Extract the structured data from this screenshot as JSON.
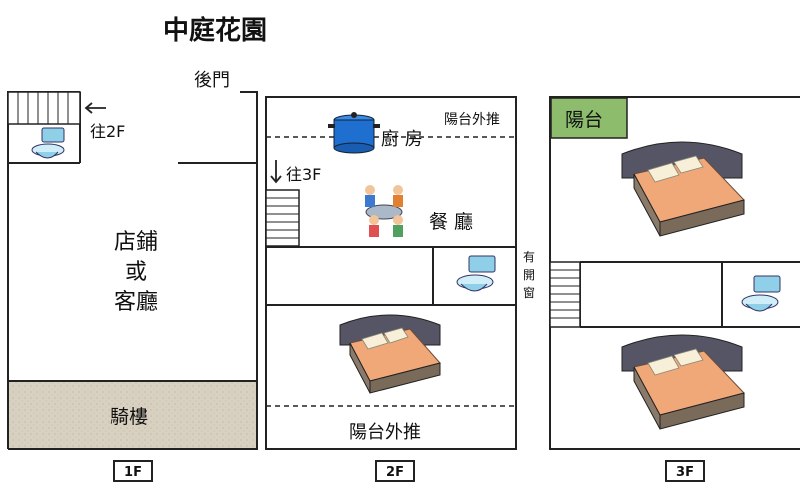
{
  "title": "中庭花園",
  "back_door": "後門",
  "colors": {
    "wall": "#222222",
    "arcade": "#d8d0c0",
    "balcony_fill": "#8cbc6c",
    "bed_frame": "#555566",
    "bed_blanket": "#f0a878",
    "pot": "#1f6fd0",
    "toilet": "#8fd0e8"
  },
  "floor1": {
    "label": "1F",
    "to_2f": "往2F",
    "main_room": [
      "店鋪",
      "或",
      "客廳"
    ],
    "arcade": "騎樓"
  },
  "floor2": {
    "label": "2F",
    "balcony_top": "陽台外推",
    "kitchen": "廚 房",
    "to_3f": "往3F",
    "dining": "餐 廳",
    "window": [
      "有",
      "開",
      "窗"
    ],
    "balcony_bottom": "陽台外推"
  },
  "floor3": {
    "label": "3F",
    "balcony": "陽台"
  },
  "icons": [
    "stairs-icon",
    "toilet-icon",
    "pot-icon",
    "dining-people-icon",
    "bed-icon"
  ]
}
